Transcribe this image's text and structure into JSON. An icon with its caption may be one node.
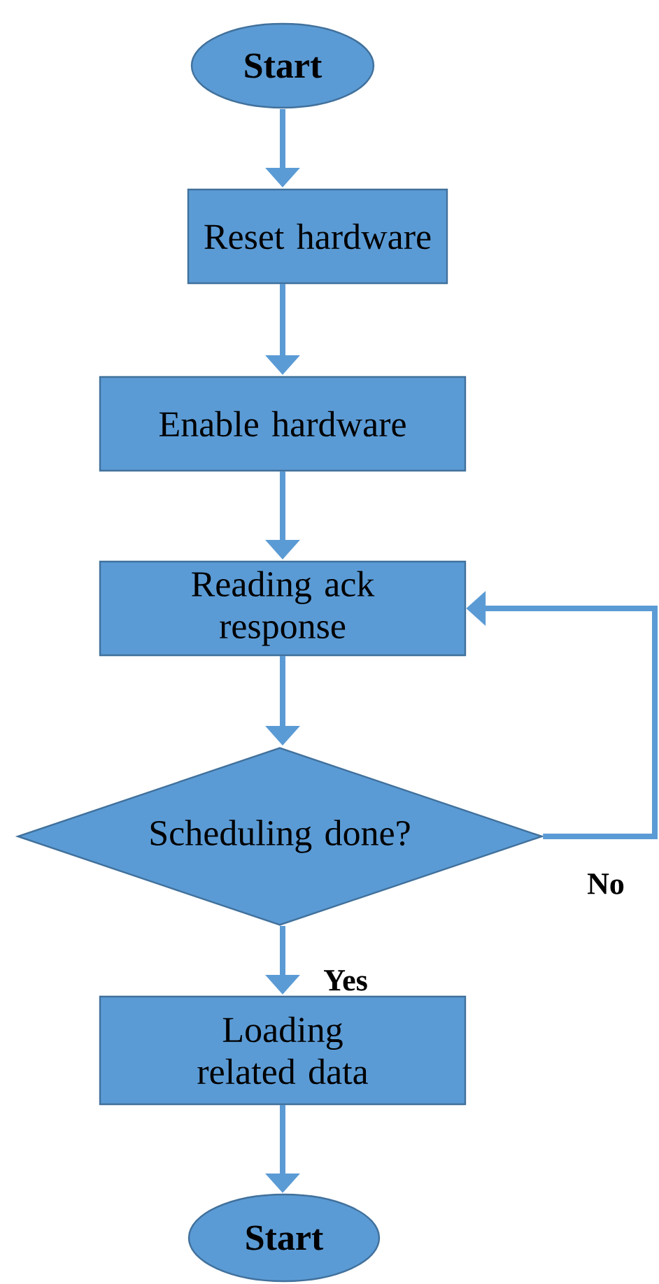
{
  "diagram": {
    "nodes": [
      {
        "text": [
          "Start"
        ]
      },
      {
        "text": [
          "Reset hardware"
        ]
      },
      {
        "text": [
          "Enable hardware"
        ]
      },
      {
        "text": [
          "Reading ack response"
        ]
      },
      {
        "text": [
          "Scheduling done?"
        ]
      },
      {
        "text": [
          "Loading related data"
        ]
      },
      {
        "text": [
          "Start"
        ]
      }
    ],
    "edges": [
      {
        "from": 0,
        "to": 1,
        "arrow": "to"
      },
      {
        "from": 1,
        "to": 2,
        "arrow": "to"
      },
      {
        "from": 2,
        "to": 3,
        "arrow": "to"
      },
      {
        "from": 3,
        "to": 4,
        "arrow": "to"
      },
      {
        "from": 4,
        "to": 5,
        "arrow": "to",
        "label": "Yes"
      },
      {
        "from": 4,
        "to": 3,
        "arrow": "to",
        "label": "No"
      },
      {
        "from": 5,
        "to": 6,
        "arrow": "to"
      }
    ]
  }
}
